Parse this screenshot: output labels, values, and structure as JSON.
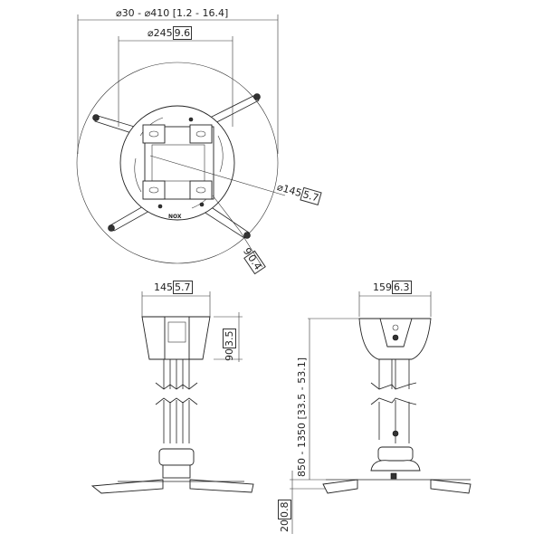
{
  "drawing": {
    "top_view": {
      "dim_outer_diameter": "⌀30 - ⌀410",
      "dim_outer_diameter_in": "1.2 - 16.4",
      "dim_plate_diameter": "⌀245",
      "dim_plate_diameter_in": "9.6",
      "dim_center_diameter": "⌀145",
      "dim_center_diameter_in": "5.7",
      "dim_slot": "9",
      "dim_slot_in": "0.4",
      "logo_text": "NOX"
    },
    "front_view": {
      "dim_width": "145",
      "dim_width_in": "5.7",
      "dim_height": "90",
      "dim_height_in": "3.5"
    },
    "side_view": {
      "dim_width": "159",
      "dim_width_in": "6.3",
      "dim_length": "850 - 1350",
      "dim_length_in": "33.5 - 53.1",
      "dim_base": "20",
      "dim_base_in": "0.8"
    }
  }
}
